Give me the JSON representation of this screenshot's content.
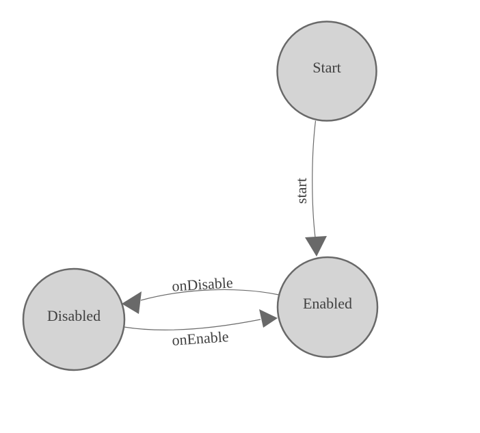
{
  "diagram": {
    "type": "state-machine",
    "colors": {
      "background": "#ffffff",
      "node_fill": "#d4d4d4",
      "node_stroke": "#696969",
      "edge_line": "#6b6b6b",
      "arrowhead": "#696969",
      "label_text": "#404040"
    },
    "nodes": [
      {
        "id": "start",
        "label": "Start"
      },
      {
        "id": "enabled",
        "label": "Enabled"
      },
      {
        "id": "disabled",
        "label": "Disabled"
      }
    ],
    "edges": [
      {
        "from": "Start",
        "to": "Enabled",
        "label": "start"
      },
      {
        "from": "Enabled",
        "to": "Disabled",
        "label": "onDisable"
      },
      {
        "from": "Disabled",
        "to": "Enabled",
        "label": "onEnable"
      }
    ]
  }
}
